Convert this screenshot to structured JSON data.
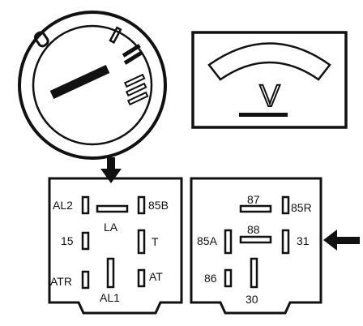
{
  "ignition_switch": {
    "positions": [
      "0",
      "I",
      "II",
      "III"
    ]
  },
  "voltmeter": {
    "symbol": "V"
  },
  "connector_left": {
    "terminals": {
      "al2": "AL2",
      "b85": "85B",
      "la": "LA",
      "t15": "15",
      "t": "T",
      "atr": "ATR",
      "al1": "AL1",
      "at": "AT"
    }
  },
  "connector_right": {
    "terminals": {
      "t87": "87",
      "r85": "85R",
      "t88": "88",
      "a85": "85A",
      "t31": "31",
      "t86": "86",
      "t30": "30"
    }
  }
}
